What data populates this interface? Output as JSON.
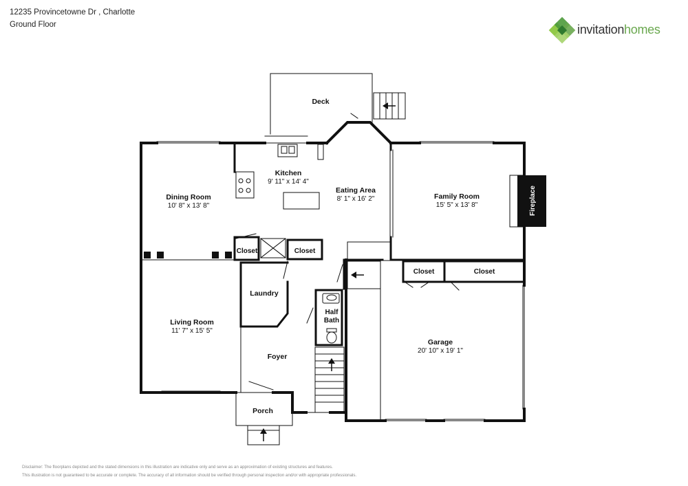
{
  "header": {
    "address": "12235 Provincetowne Dr , Charlotte",
    "floor": "Ground Floor"
  },
  "logo": {
    "word1": "invitation",
    "word2": "homes",
    "colors": {
      "light_green": "#8cc63f",
      "dark_green": "#4d9a3b",
      "text_dark": "#333333"
    }
  },
  "rooms": {
    "deck": {
      "name": "Deck"
    },
    "kitchen": {
      "name": "Kitchen",
      "dims": "9' 11\" x 14' 4\""
    },
    "eating_area": {
      "name": "Eating Area",
      "dims": "8' 1\" x 16' 2\""
    },
    "dining_room": {
      "name": "Dining Room",
      "dims": "10' 8\" x 13' 8\""
    },
    "family_room": {
      "name": "Family Room",
      "dims": "15' 5\" x 13' 8\""
    },
    "fireplace": {
      "name": "Fireplace"
    },
    "closet_a": {
      "name": "Closet"
    },
    "closet_b": {
      "name": "Closet"
    },
    "closet_c": {
      "name": "Closet"
    },
    "closet_d": {
      "name": "Closet"
    },
    "laundry": {
      "name": "Laundry"
    },
    "half_bath": {
      "name_line1": "Half",
      "name_line2": "Bath"
    },
    "living_room": {
      "name": "Living Room",
      "dims": "11' 7\" x 15' 5\""
    },
    "foyer": {
      "name": "Foyer"
    },
    "garage": {
      "name": "Garage",
      "dims": "20' 10\" x 19' 1\""
    },
    "porch": {
      "name": "Porch"
    }
  },
  "disclaimer": {
    "line1": "Disclaimer: The floorplans depicted and the stated dimensions in this illustration are indicative only and serve as an approximation of existing structures and features.",
    "line2": "This illustration is not guaranteed to be accurate or complete. The accuracy of all information should be verified through personal inspection and/or with appropriate professionals."
  }
}
